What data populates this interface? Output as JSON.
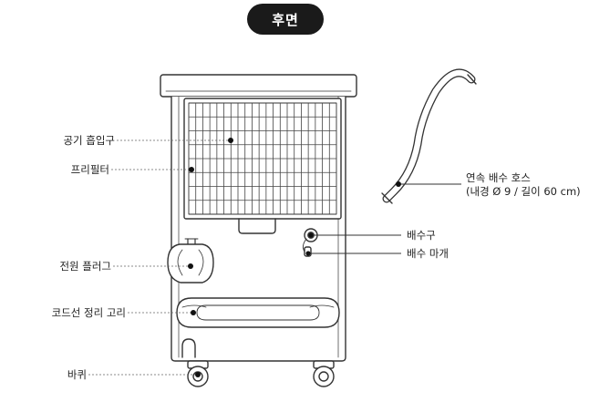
{
  "header": {
    "view_title": "후면"
  },
  "labels": {
    "air_intake": "공기 흡입구",
    "pre_filter": "프리필터",
    "power_plug": "전원 플러그",
    "cord_hook": "코드선 정리 고리",
    "wheel": "바퀴",
    "hose_line1": "연속 배수 호스",
    "hose_line2": "(내경 Ø 9 / 길이 60 cm)",
    "drain_outlet": "배수구",
    "drain_cap": "배수 마개"
  }
}
